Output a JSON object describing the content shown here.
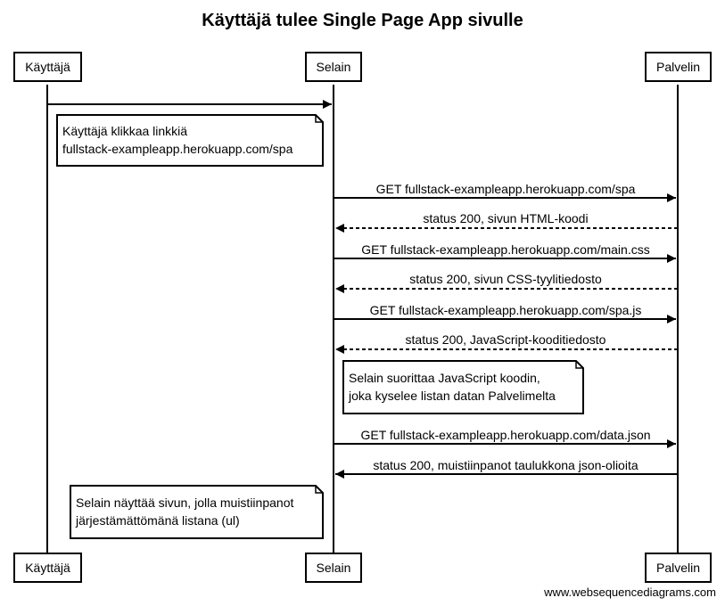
{
  "title": "Käyttäjä tulee Single Page App sivulle",
  "participants": [
    "Käyttäjä",
    "Selain",
    "Palvelin"
  ],
  "messages": [
    "GET fullstack-exampleapp.herokuapp.com/spa",
    "status 200, sivun HTML-koodi",
    "GET fullstack-exampleapp.herokuapp.com/main.css",
    "status 200, sivun CSS-tyylitiedosto",
    "GET fullstack-exampleapp.herokuapp.com/spa.js",
    "status 200, JavaScript-kooditiedosto",
    "GET fullstack-exampleapp.herokuapp.com/data.json",
    "status 200, muistiinpanot taulukkona json-olioita"
  ],
  "notes": [
    [
      "Käyttäjä klikkaa linkkiä",
      "fullstack-exampleapp.herokuapp.com/spa"
    ],
    [
      "Selain suorittaa JavaScript koodin,",
      "joka kyselee listan datan Palvelimelta"
    ],
    [
      "Selain näyttää sivun, jolla muistiinpanot",
      "järjestämättömänä listana (ul)"
    ]
  ],
  "watermark": "www.websequencediagrams.com"
}
